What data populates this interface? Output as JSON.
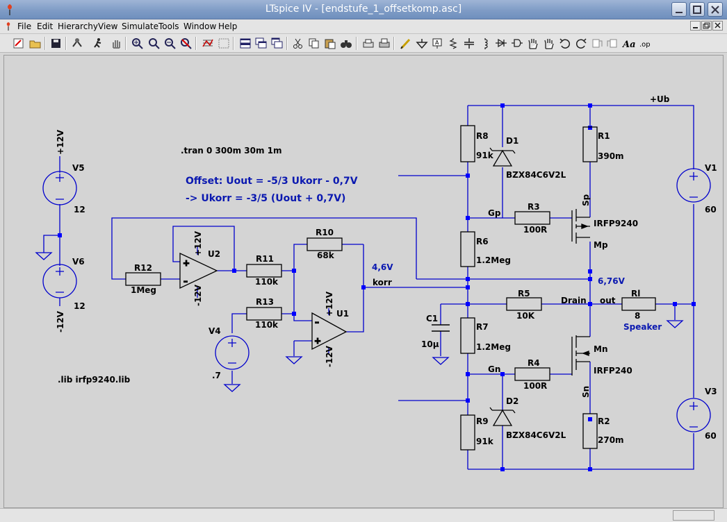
{
  "window": {
    "title": "LTspice IV - [endstufe_1_offsetkomp.asc]"
  },
  "menu": {
    "items": [
      "File",
      "Edit",
      "Hierarchy",
      "View",
      "Simulate",
      "Tools",
      "Window",
      "Help"
    ]
  },
  "toolbar": {
    "icons": [
      "new-schematic-icon",
      "open-icon",
      "save-icon",
      "control-panel-icon",
      "run-icon",
      "halt-icon",
      "zoom-in-icon",
      "zoom-fit-icon",
      "zoom-out-icon",
      "cancel-zoom-icon",
      "plot-settings-icon",
      "plot-icon",
      "tile-horizontal-icon",
      "cascade-icon",
      "tile-vertical-icon",
      "cut-icon",
      "copy-icon",
      "paste-icon",
      "find-icon",
      "print-setup-icon",
      "print-icon",
      "wire-icon",
      "ground-icon",
      "label-net-icon",
      "resistor-icon",
      "capacitor-icon",
      "inductor-icon",
      "diode-icon",
      "component-icon",
      "move-icon",
      "drag-icon",
      "undo-icon",
      "redo-icon",
      "rotate-icon",
      "mirror-icon",
      "text-icon",
      "spice-directive-icon"
    ]
  },
  "schematic": {
    "directives": {
      "tran": ".tran 0 300m 30m 1m",
      "lib": ".lib irfp9240.lib"
    },
    "comments": {
      "offset": "Offset: Uout = -5/3 Ukorr - 0,7V",
      "ukorr": "-> Ukorr = -3/5 (Uout + 0,7V)"
    },
    "sources": {
      "V5": {
        "name": "V5",
        "value": "12",
        "net": "+12V"
      },
      "V6": {
        "name": "V6",
        "value": "12",
        "net": "-12V"
      },
      "V4": {
        "name": "V4",
        "value": ".7"
      },
      "V1": {
        "name": "V1",
        "value": "60"
      },
      "V3": {
        "name": "V3",
        "value": "60"
      }
    },
    "resistors": {
      "R12": {
        "name": "R12",
        "value": "1Meg"
      },
      "R11": {
        "name": "R11",
        "value": "110k"
      },
      "R13": {
        "name": "R13",
        "value": "110k"
      },
      "R10": {
        "name": "R10",
        "value": "68k"
      },
      "R8": {
        "name": "R8",
        "value": "91k"
      },
      "R6": {
        "name": "R6",
        "value": "1.2Meg"
      },
      "R7": {
        "name": "R7",
        "value": "1.2Meg"
      },
      "R9": {
        "name": "R9",
        "value": "91k"
      },
      "R3": {
        "name": "R3",
        "value": "100R"
      },
      "R4": {
        "name": "R4",
        "value": "100R"
      },
      "R5": {
        "name": "R5",
        "value": "10K"
      },
      "R1": {
        "name": "R1",
        "value": "390m"
      },
      "R2": {
        "name": "R2",
        "value": "270m"
      },
      "Rl": {
        "name": "Rl",
        "value": "8",
        "label": "Speaker"
      }
    },
    "caps": {
      "C1": {
        "name": "C1",
        "value": "10µ"
      }
    },
    "diodes": {
      "D1": {
        "name": "D1",
        "value": "BZX84C6V2L"
      },
      "D2": {
        "name": "D2",
        "value": "BZX84C6V2L"
      }
    },
    "mosfets": {
      "Mp": {
        "name": "Mp",
        "value": "IRFP9240",
        "source_label": "Sp"
      },
      "Mn": {
        "name": "Mn",
        "value": "IRFP240",
        "source_label": "Sn"
      }
    },
    "opamps": {
      "U1": {
        "name": "U1",
        "pos": "+12V",
        "neg": "-12V"
      },
      "U2": {
        "name": "U2",
        "pos": "+12V",
        "neg": "-12V"
      }
    },
    "nets": {
      "ub": "+Ub",
      "gp": "Gp",
      "gn": "Gn",
      "drain": "Drain",
      "out": "out",
      "korr": "korr"
    },
    "voltages": {
      "korr": "4,6V",
      "mid": "6,76V"
    },
    "colors": {
      "wire": "#0000cc",
      "junction": "#0000ff",
      "annotation": "#0a18b0",
      "background": "#d4d4d4"
    }
  }
}
